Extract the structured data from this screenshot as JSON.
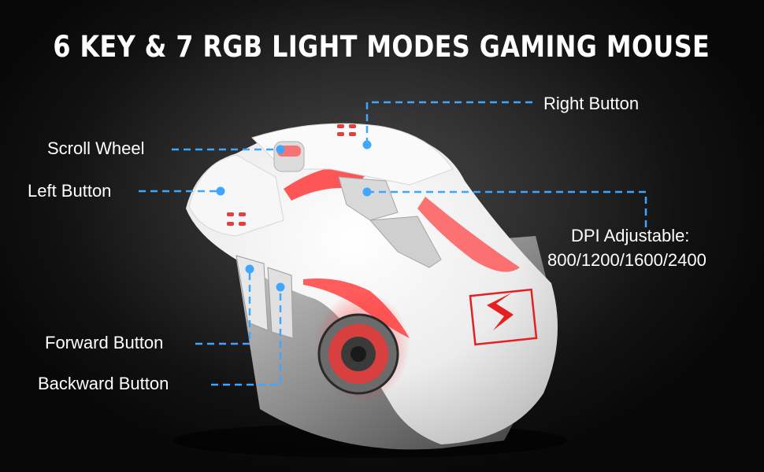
{
  "headline": "6 KEY & 7 RGB LIGHT MODES GAMING MOUSE",
  "callouts": {
    "right_button": "Right Button",
    "scroll_wheel": "Scroll Wheel",
    "left_button": "Left Button",
    "dpi_title": "DPI Adjustable:",
    "dpi_values": "800/1200/1600/2400",
    "forward_button": "Forward Button",
    "backward_button": "Backward Button"
  },
  "colors": {
    "accent_line": "#3ea6ff",
    "glow": "#ff4a4a",
    "mouse_shell": "#f2f2f2",
    "logo": "#e62020"
  },
  "icons": [
    "mouse-image",
    "brand-logo-icon"
  ]
}
